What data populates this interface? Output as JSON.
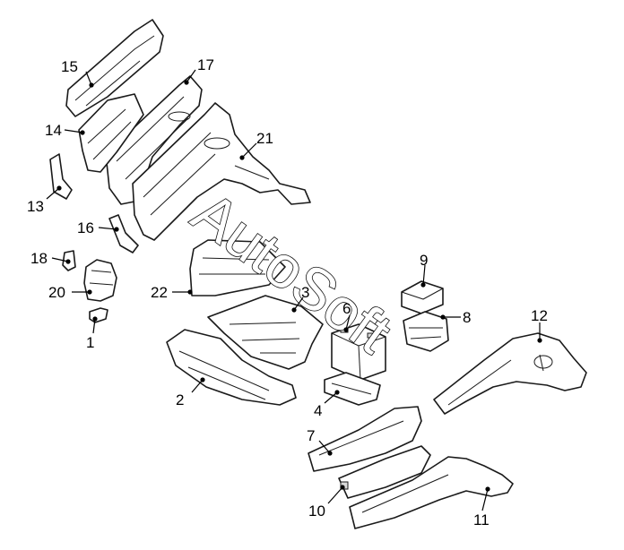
{
  "watermark": "AutoSoft",
  "colors": {
    "line": "#1a1a1a",
    "background": "#ffffff",
    "shade": "#d9d9d9"
  },
  "callouts": [
    {
      "id": "1",
      "label": "1"
    },
    {
      "id": "2",
      "label": "2"
    },
    {
      "id": "3",
      "label": "3"
    },
    {
      "id": "4",
      "label": "4"
    },
    {
      "id": "6",
      "label": "6"
    },
    {
      "id": "7",
      "label": "7"
    },
    {
      "id": "8",
      "label": "8"
    },
    {
      "id": "9",
      "label": "9"
    },
    {
      "id": "10",
      "label": "10"
    },
    {
      "id": "11",
      "label": "11"
    },
    {
      "id": "12",
      "label": "12"
    },
    {
      "id": "13",
      "label": "13"
    },
    {
      "id": "14",
      "label": "14"
    },
    {
      "id": "15",
      "label": "15"
    },
    {
      "id": "16",
      "label": "16"
    },
    {
      "id": "17",
      "label": "17"
    },
    {
      "id": "18",
      "label": "18"
    },
    {
      "id": "20",
      "label": "20"
    },
    {
      "id": "21",
      "label": "21"
    },
    {
      "id": "22",
      "label": "22"
    }
  ]
}
